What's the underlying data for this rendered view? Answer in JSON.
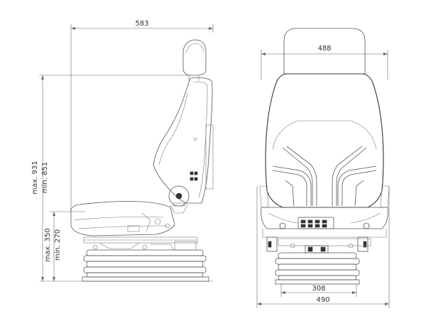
{
  "dimensions": {
    "overall_depth": "583",
    "headrest_width": "488",
    "height_max": "max. 931",
    "height_min": "min. 851",
    "seat_height_max": "max. 350",
    "seat_height_min": "min. 270",
    "base_width": "308",
    "overall_width": "490"
  }
}
